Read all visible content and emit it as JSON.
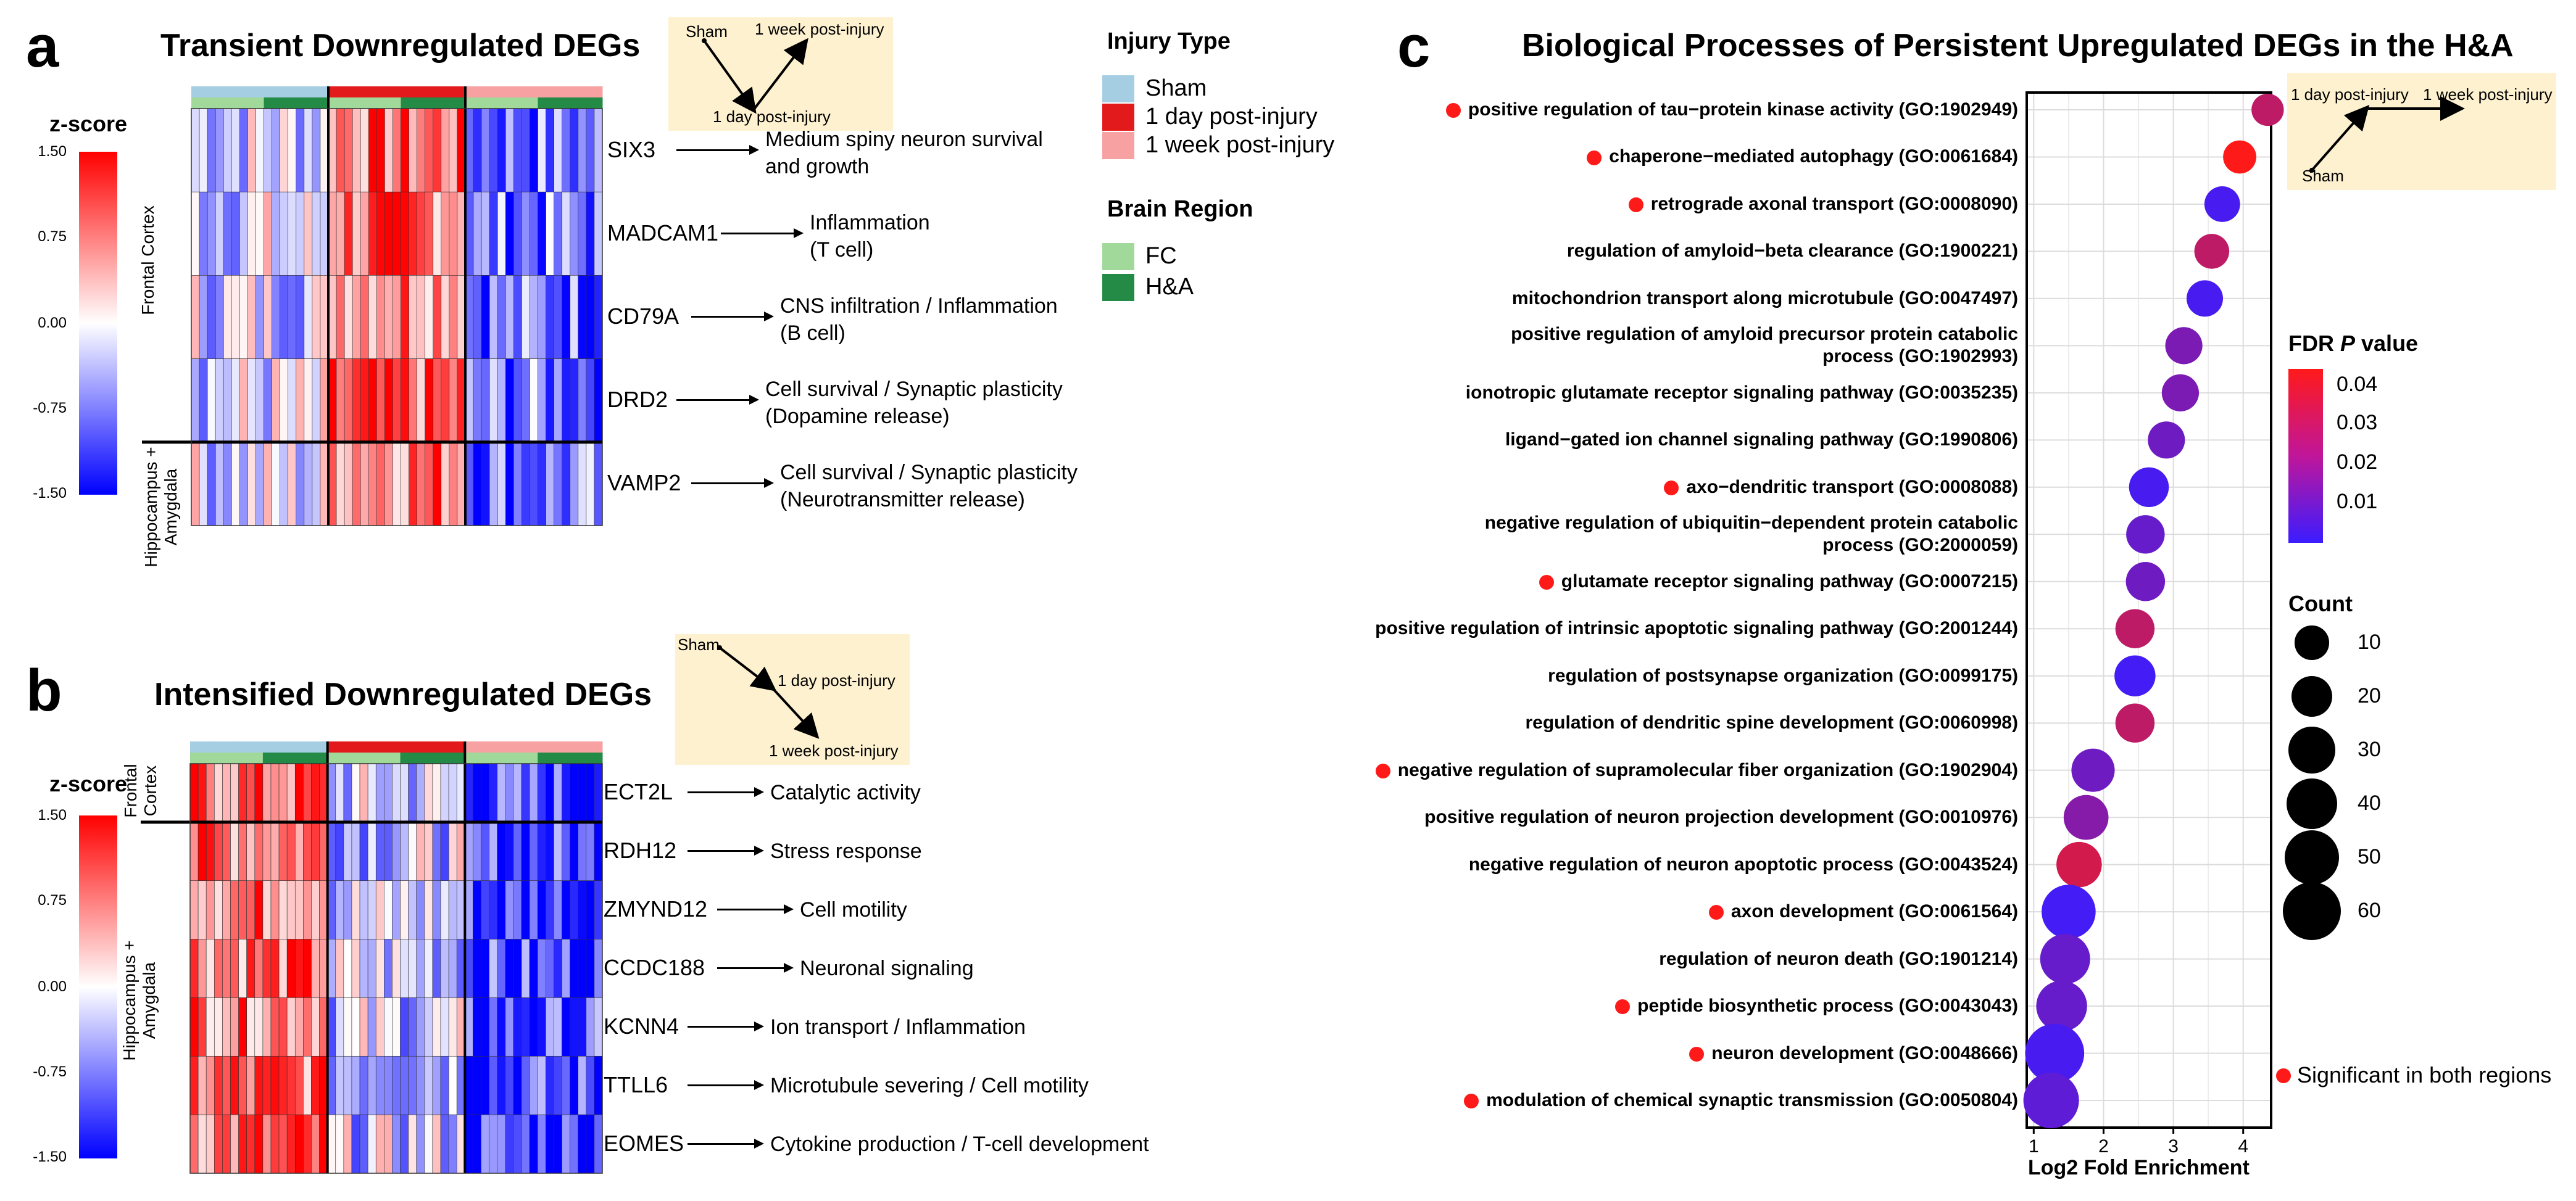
{
  "panels": {
    "a": {
      "label": "a",
      "title": "Transient Downregulated DEGs",
      "zscore_title": "z-score",
      "zscore_ticks": [
        "1.50",
        "0.75",
        "0.00",
        "-0.75",
        "-1.50"
      ],
      "region_top": "Frontal Cortex",
      "region_bottom": "Hippocampus + Amygdala",
      "inset": {
        "sham": "Sham",
        "day1": "1 day post-injury",
        "week1": "1 week post-injury"
      },
      "genes": [
        {
          "name": "SIX3",
          "line1": "Medium spiny neuron survival",
          "line2": "and growth"
        },
        {
          "name": "MADCAM1",
          "line1": "Inflammation",
          "line2": "(T cell)"
        },
        {
          "name": "CD79A",
          "line1": "CNS infiltration / Inflammation",
          "line2": "(B cell)"
        },
        {
          "name": "DRD2",
          "line1": "Cell survival / Synaptic plasticity",
          "line2": "(Dopamine release)"
        },
        {
          "name": "VAMP2",
          "line1": "Cell survival / Synaptic plasticity",
          "line2": "(Neurotransmitter release)"
        }
      ]
    },
    "b": {
      "label": "b",
      "title": "Intensified Downregulated DEGs",
      "zscore_title": "z-score",
      "zscore_ticks": [
        "1.50",
        "0.75",
        "0.00",
        "-0.75",
        "-1.50"
      ],
      "region_top": "Frontal Cortex",
      "region_bottom": "Hippocampus + Amygdala",
      "inset": {
        "sham": "Sham",
        "day1": "1 day post-injury",
        "week1": "1 week post-injury"
      },
      "genes": [
        {
          "name": "ECT2L",
          "line1": "Catalytic activity"
        },
        {
          "name": "RDH12",
          "line1": "Stress response"
        },
        {
          "name": "ZMYND12",
          "line1": "Cell motility"
        },
        {
          "name": "CCDC188",
          "line1": "Neuronal signaling"
        },
        {
          "name": "KCNN4",
          "line1": "Ion transport / Inflammation"
        },
        {
          "name": "TTLL6",
          "line1": "Microtubule severing / Cell motility"
        },
        {
          "name": "EOMES",
          "line1": "Cytokine production / T-cell development"
        }
      ]
    },
    "legend": {
      "injury_title": "Injury Type",
      "injury": [
        {
          "label": "Sham",
          "color": "#a6cee3"
        },
        {
          "label": "1 day post-injury",
          "color": "#e31a1c"
        },
        {
          "label": "1 week post-injury",
          "color": "#f7a1a3"
        }
      ],
      "region_title": "Brain Region",
      "region": [
        {
          "label": "FC",
          "color": "#a1d99b"
        },
        {
          "label": "H&A",
          "color": "#238b45"
        }
      ]
    },
    "c": {
      "label": "c",
      "title": "Biological Processes of Persistent Upregulated DEGs in the H&A",
      "inset": {
        "sham": "Sham",
        "day1": "1 day post-injury",
        "week1": "1 week post-injury"
      },
      "fdr_title_prefix": "FDR ",
      "fdr_title_italic": "P",
      "fdr_title_suffix": " value",
      "fdr_ticks": [
        "0.04",
        "0.03",
        "0.02",
        "0.01"
      ],
      "count_title": "Count",
      "count_ticks": [
        "10",
        "20",
        "30",
        "40",
        "50",
        "60"
      ],
      "sig_label": "Significant in both regions"
    }
  },
  "chart_data": {
    "type": "scatter",
    "title": "Biological Processes of Persistent Upregulated DEGs in the H&A",
    "xlabel": "Log2 Fold Enrichment",
    "ylabel": "",
    "xlim": [
      0.9,
      4.4
    ],
    "xticks": [
      "1",
      "2",
      "3",
      "4"
    ],
    "grid": true,
    "legend_placement": "right",
    "color_low": "#3b1cff",
    "color_high": "#ff1a1a",
    "points": [
      {
        "term": "positive regulation of tau−protein kinase activity (GO:1902949)",
        "x": 4.35,
        "fdr": 0.03,
        "count": 8,
        "sig": true
      },
      {
        "term": "chaperone−mediated autophagy (GO:0061684)",
        "x": 3.95,
        "fdr": 0.045,
        "count": 9,
        "sig": true
      },
      {
        "term": "retrograde axonal transport (GO:0008090)",
        "x": 3.7,
        "fdr": 0.003,
        "count": 12,
        "sig": true
      },
      {
        "term": "regulation of amyloid−beta clearance (GO:1900221)",
        "x": 3.55,
        "fdr": 0.03,
        "count": 11,
        "sig": false
      },
      {
        "term": "mitochondrion transport along microtubule (GO:0047497)",
        "x": 3.45,
        "fdr": 0.003,
        "count": 13,
        "sig": false
      },
      {
        "term": "positive regulation of amyloid precursor protein catabolic process (GO:1902993)",
        "x": 3.15,
        "fdr": 0.015,
        "count": 14,
        "sig": false
      },
      {
        "term": "ionotropic glutamate receptor signaling pathway (GO:0035235)",
        "x": 3.1,
        "fdr": 0.015,
        "count": 14,
        "sig": false
      },
      {
        "term": "ligand−gated ion channel signaling pathway (GO:1990806)",
        "x": 2.9,
        "fdr": 0.012,
        "count": 14,
        "sig": false
      },
      {
        "term": "axo−dendritic transport (GO:0008088)",
        "x": 2.65,
        "fdr": 0.003,
        "count": 18,
        "sig": true
      },
      {
        "term": "negative regulation of ubiquitin−dependent protein catabolic process (GO:2000059)",
        "x": 2.6,
        "fdr": 0.01,
        "count": 16,
        "sig": false
      },
      {
        "term": "glutamate receptor signaling pathway (GO:0007215)",
        "x": 2.6,
        "fdr": 0.012,
        "count": 17,
        "sig": true
      },
      {
        "term": "positive regulation of intrinsic apoptotic signaling pathway (GO:2001244)",
        "x": 2.45,
        "fdr": 0.03,
        "count": 17,
        "sig": false
      },
      {
        "term": "regulation of postsynapse organization (GO:0099175)",
        "x": 2.45,
        "fdr": 0.002,
        "count": 20,
        "sig": false
      },
      {
        "term": "regulation of dendritic spine development (GO:0060998)",
        "x": 2.45,
        "fdr": 0.03,
        "count": 17,
        "sig": false
      },
      {
        "term": "negative regulation of supramolecular fiber organization (GO:1902904)",
        "x": 1.85,
        "fdr": 0.012,
        "count": 24,
        "sig": true
      },
      {
        "term": "positive regulation of neuron projection development (GO:0010976)",
        "x": 1.75,
        "fdr": 0.017,
        "count": 27,
        "sig": false
      },
      {
        "term": "negative regulation of neuron apoptotic process (GO:0043524)",
        "x": 1.65,
        "fdr": 0.035,
        "count": 28,
        "sig": false
      },
      {
        "term": "axon development (GO:0061564)",
        "x": 1.5,
        "fdr": 0.002,
        "count": 48,
        "sig": true
      },
      {
        "term": "regulation of neuron death (GO:1901214)",
        "x": 1.45,
        "fdr": 0.01,
        "count": 38,
        "sig": false
      },
      {
        "term": "peptide biosynthetic process (GO:0043043)",
        "x": 1.4,
        "fdr": 0.01,
        "count": 40,
        "sig": true
      },
      {
        "term": "neuron development (GO:0048666)",
        "x": 1.3,
        "fdr": 0.003,
        "count": 62,
        "sig": true
      },
      {
        "term": "modulation of chemical synaptic transmission (GO:0050804)",
        "x": 1.25,
        "fdr": 0.008,
        "count": 52,
        "sig": true
      }
    ]
  }
}
